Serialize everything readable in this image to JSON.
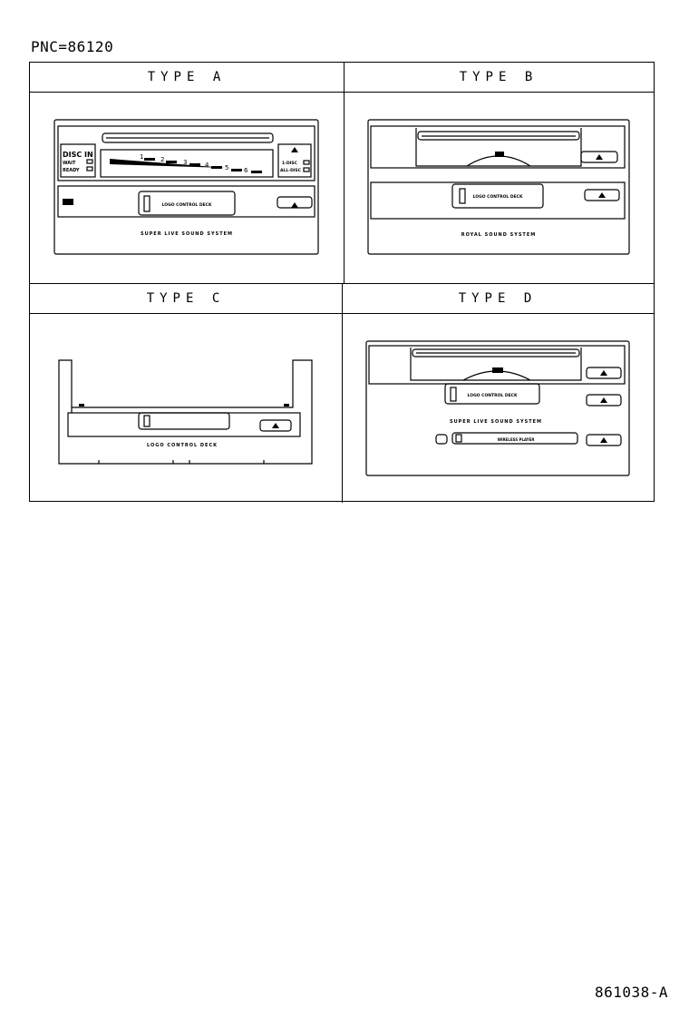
{
  "header": {
    "pnc": "PNC=86120"
  },
  "footer": {
    "doc_id": "861038-A"
  },
  "types": [
    {
      "heading": "TYPE  A",
      "labels": {
        "disc_in": "DISC IN",
        "wait": "WAIT",
        "ready": "READY",
        "one_disc": "1-DISC",
        "all_disc": "ALL-DISC",
        "deck": "LOGO CONTROL DECK",
        "system": "SUPER LIVE SOUND SYSTEM",
        "slots": [
          "1",
          "2",
          "3",
          "4",
          "5",
          "6"
        ]
      }
    },
    {
      "heading": "TYPE  B",
      "labels": {
        "deck": "LOGO CONTROL DECK",
        "system": "ROYAL SOUND SYSTEM"
      }
    },
    {
      "heading": "TYPE  C",
      "labels": {
        "deck": "LOGO CONTROL DECK"
      }
    },
    {
      "heading": "TYPE  D",
      "labels": {
        "deck": "LOGO CONTROL DECK",
        "system": "SUPER LIVE SOUND SYSTEM",
        "player": "WIRELESS PLAYER"
      }
    }
  ]
}
